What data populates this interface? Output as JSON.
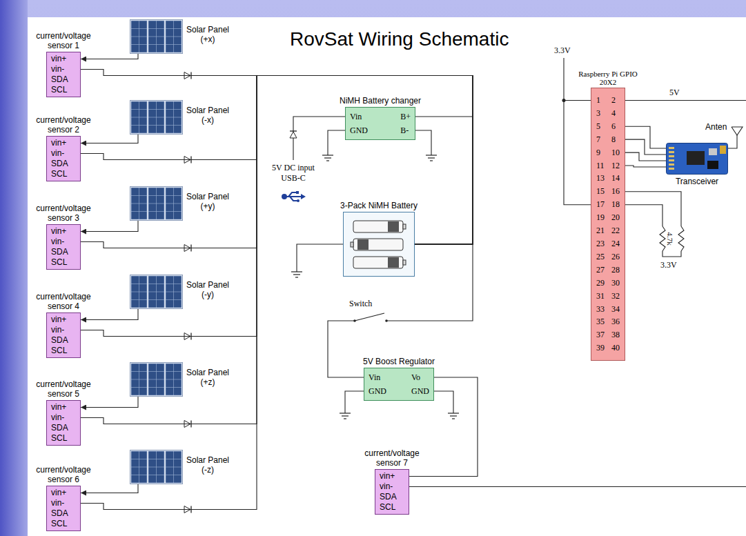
{
  "diagram": {
    "title": "RovSat Wiring Schematic",
    "nodes": [
      {
        "text": [
          "current/voltage sensor 1",
          "vin+",
          "vin-",
          "SDA",
          "SCL"
        ]
      },
      {
        "text": [
          "Solar Panel (+x)"
        ]
      },
      {
        "text": [
          "current/voltage sensor 2",
          "vin+",
          "vin-",
          "SDA",
          "SCL"
        ]
      },
      {
        "text": [
          "Solar Panel (-x)"
        ]
      },
      {
        "text": [
          "current/voltage sensor 3",
          "vin+",
          "vin-",
          "SDA",
          "SCL"
        ]
      },
      {
        "text": [
          "Solar Panel (+y)"
        ]
      },
      {
        "text": [
          "current/voltage sensor 4",
          "vin+",
          "vin-",
          "SDA",
          "SCL"
        ]
      },
      {
        "text": [
          "Solar Panel (-y)"
        ]
      },
      {
        "text": [
          "current/voltage sensor 5",
          "vin+",
          "vin-",
          "SDA",
          "SCL"
        ]
      },
      {
        "text": [
          "Solar Panel (+z)"
        ]
      },
      {
        "text": [
          "current/voltage sensor 6",
          "vin+",
          "vin-",
          "SDA",
          "SCL"
        ]
      },
      {
        "text": [
          "Solar Panel (-z)"
        ]
      },
      {
        "text": [
          "NiMH Battery changer",
          "Vin",
          "B+",
          "GND",
          "B-"
        ]
      },
      {
        "text": [
          "3-Pack NiMH Battery"
        ]
      },
      {
        "text": [
          "5V Boost Regulator",
          "Vin",
          "Vo",
          "GND",
          "GND"
        ]
      },
      {
        "text": [
          "current/voltage sensor 7",
          "vin+",
          "vin-",
          "SDA",
          "SCL"
        ]
      },
      {
        "text": [
          "Raspberry Pi GPIO 20X2",
          "1",
          "2",
          "3",
          "4",
          "5",
          "6",
          "7",
          "8",
          "9",
          "10",
          "11",
          "12",
          "13",
          "14",
          "15",
          "16",
          "17",
          "18",
          "19",
          "20",
          "21",
          "22",
          "23",
          "24",
          "25",
          "26",
          "27",
          "28",
          "29",
          "30",
          "31",
          "32",
          "33",
          "34",
          "35",
          "36",
          "37",
          "38",
          "39",
          "40"
        ]
      },
      {
        "text": [
          "Transceiver"
        ]
      }
    ],
    "edges": [
      {
        "from": 1,
        "to": 0,
        "arrow": "to"
      },
      {
        "from": 3,
        "to": 2,
        "arrow": "to"
      },
      {
        "from": 5,
        "to": 4,
        "arrow": "to"
      },
      {
        "from": 7,
        "to": 6,
        "arrow": "to"
      },
      {
        "from": 9,
        "to": 8,
        "arrow": "to"
      },
      {
        "from": 11,
        "to": 10,
        "arrow": "to"
      },
      {
        "from": 0,
        "to": 13,
        "arrow": "none"
      },
      {
        "from": 2,
        "to": 13,
        "arrow": "none"
      },
      {
        "from": 4,
        "to": 13,
        "arrow": "none"
      },
      {
        "from": 6,
        "to": 13,
        "arrow": "none"
      },
      {
        "from": 8,
        "to": 13,
        "arrow": "none"
      },
      {
        "from": 10,
        "to": 13,
        "arrow": "none"
      },
      {
        "from": 12,
        "to": 13,
        "arrow": "none"
      },
      {
        "from": 13,
        "to": 14,
        "arrow": "none"
      },
      {
        "from": 14,
        "to": 15,
        "arrow": "none"
      },
      {
        "from": 16,
        "to": 17,
        "arrow": "none"
      },
      {
        "from": 16,
        "to": 17,
        "arrow": "none"
      },
      {
        "from": 16,
        "to": 17,
        "arrow": "none"
      },
      {
        "from": 16,
        "to": 17,
        "arrow": "none"
      }
    ],
    "labels": [
      "3.3V",
      "5V",
      "Anten",
      "5V DC input USB-C",
      "Switch",
      "4.7k",
      "3.3V"
    ]
  }
}
